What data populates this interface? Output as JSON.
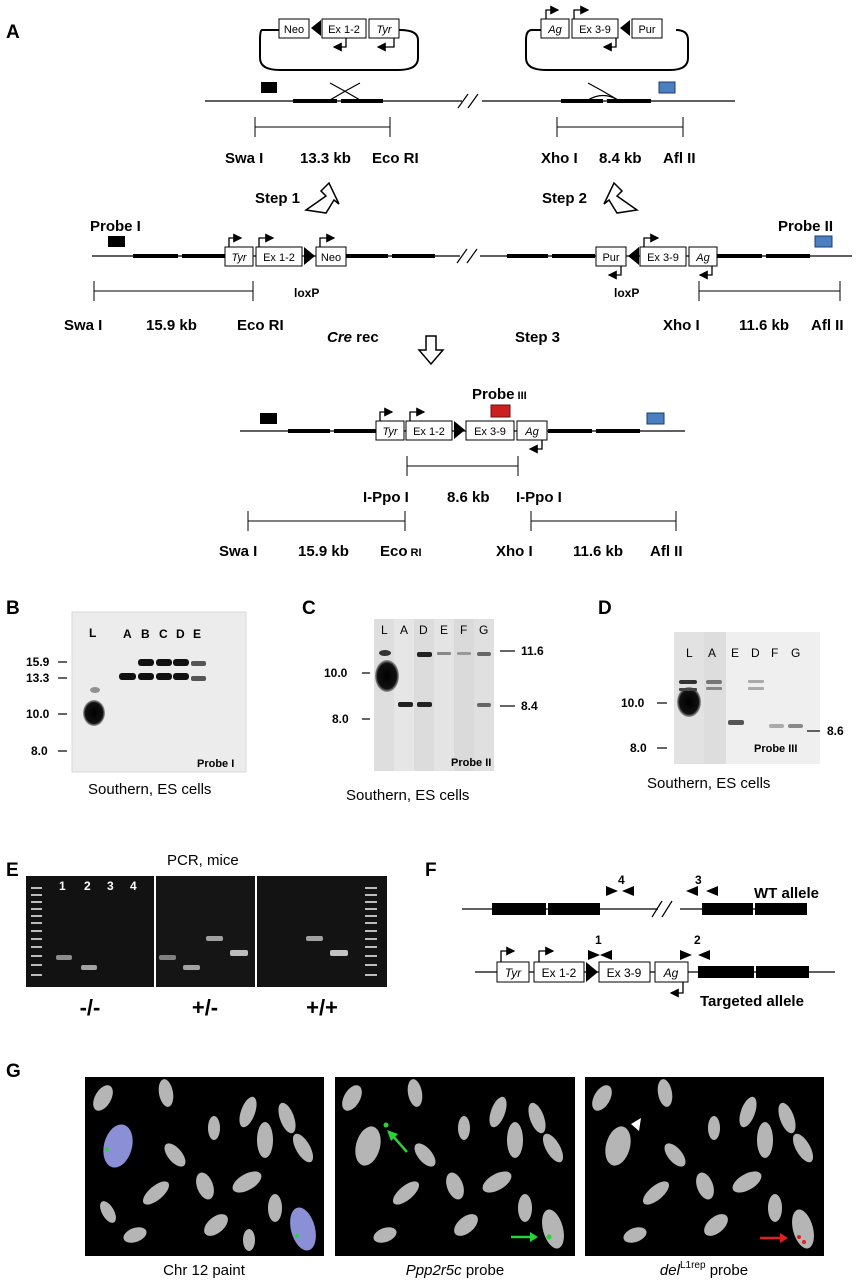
{
  "panel_letters": [
    "A",
    "B",
    "C",
    "D",
    "E",
    "F",
    "G"
  ],
  "panelA": {
    "vector_left": {
      "boxes": [
        "Neo",
        "Ex 1-2",
        "Tyr"
      ]
    },
    "vector_right": {
      "boxes": [
        "Ag",
        "Ex 3-9",
        "Pur"
      ]
    },
    "wt_left": {
      "enzyme_left": "Swa I",
      "size": "13.3 kb",
      "enzyme_right": "Eco RI"
    },
    "wt_right": {
      "enzyme_left": "Xho I",
      "size": "8.4 kb",
      "enzyme_right": "Afl II"
    },
    "step1": "Step 1",
    "step2": "Step 2",
    "probe_I": "Probe I",
    "probe_II": "Probe II",
    "mid_left_boxes": [
      "Tyr",
      "Ex 1-2",
      "Neo"
    ],
    "mid_right_boxes": [
      "Pur",
      "Ex 3-9",
      "Ag"
    ],
    "loxp": "loxP",
    "mid_left_map": {
      "enzyme_left": "Swa I",
      "size": "15.9 kb",
      "enzyme_right": "Eco RI"
    },
    "mid_right_map": {
      "enzyme_left": "Xho I",
      "size": "11.6 kb",
      "enzyme_right": "Afl II"
    },
    "cre_rec": "Cre",
    "cre_rec_suffix": " rec",
    "step3": "Step 3",
    "probe_III": "Probe",
    "probe_III_suffix": "III",
    "final_boxes": [
      "Tyr",
      "Ex 1-2",
      "Ex 3-9",
      "Ag"
    ],
    "ippo": {
      "enzyme_left": "I-Ppo I",
      "size": "8.6 kb",
      "enzyme_right": "I-Ppo I"
    },
    "final_left_map": {
      "enzyme_left": "Swa I",
      "size": "15.9 kb",
      "enzyme_right": "Eco",
      "enzyme_right_suffix": "RI"
    },
    "final_right_map": {
      "enzyme_left": "Xho I",
      "size": "11.6 kb",
      "enzyme_right": "Afl II"
    },
    "colors": {
      "probe_I": "#000000",
      "probe_II": "#4a7fc1",
      "probe_III": "#cc1f1f"
    }
  },
  "panelB": {
    "lanes": [
      "L",
      "A",
      "B",
      "C",
      "D",
      "E"
    ],
    "markers": [
      "15.9",
      "13.3",
      "10.0",
      "8.0"
    ],
    "probe": "Probe I",
    "caption": "Southern, ES cells"
  },
  "panelC": {
    "lanes": [
      "L",
      "A",
      "D",
      "E",
      "F",
      "G"
    ],
    "markers_left": [
      "10.0",
      "8.0"
    ],
    "markers_right": [
      "11.6",
      "8.4"
    ],
    "probe": "Probe II",
    "caption": "Southern, ES cells"
  },
  "panelD": {
    "lanes": [
      "L",
      "A",
      "E",
      "D",
      "F",
      "G"
    ],
    "markers_left": [
      "10.0",
      "8.0"
    ],
    "marker_right": "8.6",
    "probe": "Probe III",
    "caption": "Southern, ES cells"
  },
  "panelE": {
    "title": "PCR, mice",
    "lanes": [
      "1",
      "2",
      "3",
      "4"
    ],
    "genotypes": [
      "-/-",
      "+/-",
      "+/+"
    ]
  },
  "panelF": {
    "wt_label": "WT allele",
    "targeted_label": "Targeted allele",
    "primers": [
      "4",
      "3",
      "1",
      "2"
    ],
    "targeted_boxes": [
      "Tyr",
      "Ex 1-2",
      "Ex 3-9",
      "Ag"
    ]
  },
  "panelG": {
    "captions": [
      {
        "italic": "",
        "plain": "Chr 12 paint",
        "sup": "",
        "tail": ""
      },
      {
        "italic": "Ppp2r5c",
        "plain": " probe",
        "sup": "",
        "tail": ""
      },
      {
        "italic": "del",
        "plain": "",
        "sup": "L1rep",
        "tail": " probe"
      }
    ]
  }
}
